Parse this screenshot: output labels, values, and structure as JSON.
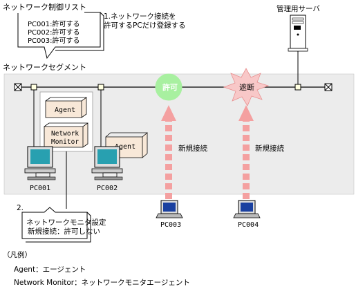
{
  "callout_list": {
    "title": "ネットワーク制御リスト",
    "items": [
      "PC001:許可する",
      "PC002:許可する",
      "PC003:許可する"
    ]
  },
  "step_text": {
    "line1": "1.ネットワーク接続を",
    "line2": "許可するPCだけ登録する"
  },
  "server": {
    "label": "管理用サーバ"
  },
  "segment": {
    "label": "ネットワークセグメント"
  },
  "status": {
    "allow": {
      "label": "許可",
      "color": "#a8f0a0"
    },
    "block": {
      "label": "遮断",
      "color": "#f8c8c8"
    }
  },
  "agents": {
    "pc001_agent": "Agent",
    "pc001_monitor_line1": "Network",
    "pc001_monitor_line2": "Monitor",
    "pc002_agent": "Agent"
  },
  "pcs": {
    "pc001": "PC001",
    "pc002": "PC002",
    "pc003": "PC003",
    "pc004": "PC004"
  },
  "arrows": {
    "left_label": "新規接続",
    "right_label": "新規接続",
    "color": "#f4a0a0"
  },
  "monitor_callout": {
    "num": "2.",
    "line1": "ネットワークモニタ設定",
    "line2": "新規接続：許可しない"
  },
  "legend": {
    "title": "（凡例）",
    "agent": "Agent：エージェント",
    "monitor": "Network Monitor：ネットワークモニタエージェント"
  },
  "colors": {
    "segment_bg": "#ececec",
    "agent_box": "#f8e8d8",
    "monitor_screen": "#28a0b0"
  }
}
